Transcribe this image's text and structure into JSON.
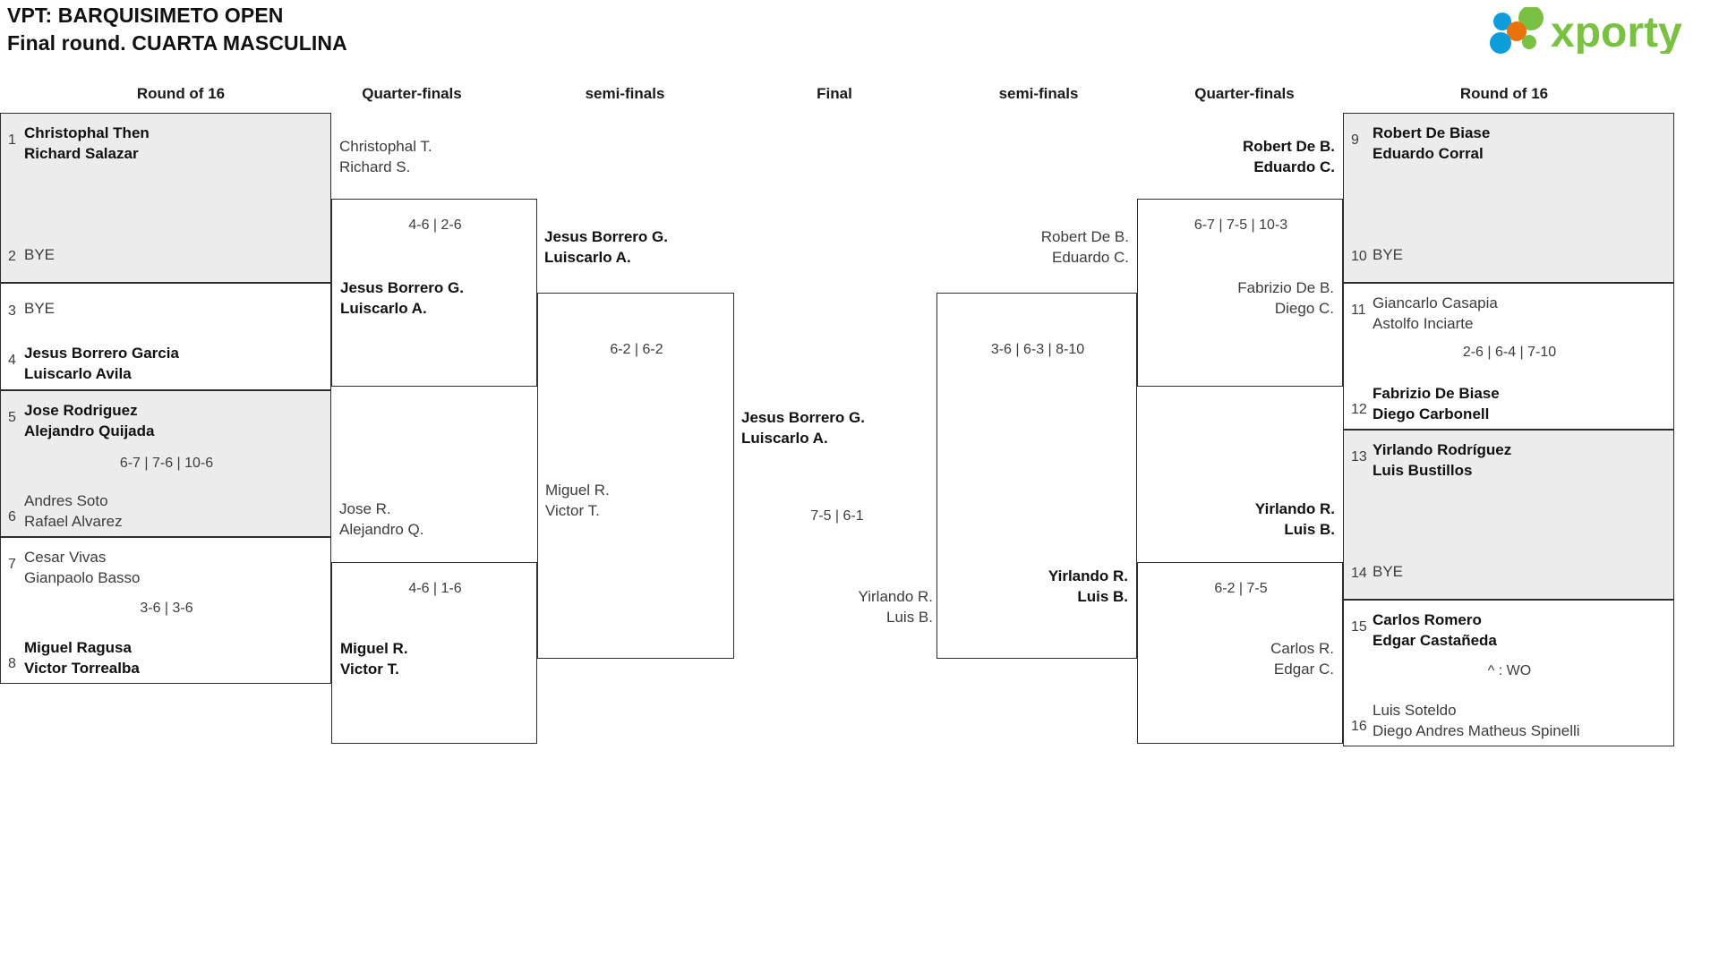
{
  "header": {
    "title_line1": "VPT: BARQUISIMETO OPEN",
    "title_line2": "Final round. CUARTA MASCULINA",
    "logo_text": "xporty",
    "logo_colors": {
      "green": "#7ac143",
      "orange": "#e8730c",
      "blue": "#0d9ddb"
    }
  },
  "round_headers": {
    "left_r16": "Round of 16",
    "left_qf": "Quarter-finals",
    "left_sf": "semi-finals",
    "final": "Final",
    "right_sf": "semi-finals",
    "right_qf": "Quarter-finals",
    "right_r16": "Round of 16"
  },
  "left_r16": [
    {
      "seed": "1",
      "p1": "Christophal Then",
      "p2": "Richard Salazar",
      "winner": true,
      "shaded": true
    },
    {
      "seed": "2",
      "bye": "BYE",
      "winner": false,
      "shaded": true
    },
    {
      "seed": "3",
      "bye": "BYE",
      "winner": false,
      "shaded": false
    },
    {
      "seed": "4",
      "p1": "Jesus Borrero Garcia",
      "p2": "Luiscarlo Avila",
      "winner": true,
      "shaded": false
    },
    {
      "seed": "5",
      "p1": "Jose Rodriguez",
      "p2": "Alejandro Quijada",
      "winner": true,
      "shaded": true
    },
    {
      "seed": "6",
      "p1": "Andres Soto",
      "p2": "Rafael Alvarez",
      "winner": false,
      "shaded": true
    },
    {
      "seed": "7",
      "p1": "Cesar Vivas",
      "p2": "Gianpaolo Basso",
      "winner": false,
      "shaded": false
    },
    {
      "seed": "8",
      "p1": "Miguel Ragusa",
      "p2": "Victor Torrealba",
      "winner": true,
      "shaded": false
    }
  ],
  "left_r16_scores": {
    "m1": "",
    "m2": "",
    "m3": "6-7 | 7-6 | 10-6",
    "m4": "3-6 | 3-6"
  },
  "left_qf": [
    {
      "p1": "Christophal T.",
      "p2": "Richard S.",
      "winner": false
    },
    {
      "p1": "Jesus Borrero G.",
      "p2": "Luiscarlo A.",
      "winner": true
    },
    {
      "p1": "Jose R.",
      "p2": "Alejandro Q.",
      "winner": false
    },
    {
      "p1": "Miguel R.",
      "p2": "Victor T.",
      "winner": true
    }
  ],
  "left_qf_scores": {
    "m1": "4-6 | 2-6",
    "m2": "4-6 | 1-6"
  },
  "left_sf": [
    {
      "p1": "Jesus Borrero G.",
      "p2": "Luiscarlo A.",
      "winner": true
    },
    {
      "p1": "Miguel R.",
      "p2": "Victor T.",
      "winner": false
    }
  ],
  "left_sf_score": "6-2 | 6-2",
  "final": {
    "top": {
      "p1": "Jesus Borrero G.",
      "p2": "Luiscarlo A.",
      "winner": true
    },
    "bottom": {
      "p1": "Yirlando R.",
      "p2": "Luis B.",
      "winner": false
    },
    "score": "7-5 | 6-1"
  },
  "right_sf": [
    {
      "p1": "Robert De B.",
      "p2": "Eduardo C.",
      "winner": false
    },
    {
      "p1": "Yirlando R.",
      "p2": "Luis B.",
      "winner": true
    }
  ],
  "right_sf_score": "3-6 | 6-3 | 8-10",
  "right_qf": [
    {
      "p1": "Robert De B.",
      "p2": "Eduardo C.",
      "winner": true
    },
    {
      "p1": "Fabrizio De B.",
      "p2": "Diego C.",
      "winner": false
    },
    {
      "p1": "Yirlando R.",
      "p2": "Luis B.",
      "winner": true
    },
    {
      "p1": "Carlos R.",
      "p2": "Edgar C.",
      "winner": false
    }
  ],
  "right_qf_scores": {
    "m1": "6-7 | 7-5 | 10-3",
    "m2": "6-2 | 7-5"
  },
  "right_r16": [
    {
      "seed": "9",
      "p1": "Robert De Biase",
      "p2": "Eduardo Corral",
      "winner": true,
      "shaded": true
    },
    {
      "seed": "10",
      "bye": "BYE",
      "winner": false,
      "shaded": true
    },
    {
      "seed": "11",
      "p1": "Giancarlo Casapia",
      "p2": "Astolfo Inciarte",
      "winner": false,
      "shaded": false
    },
    {
      "seed": "12",
      "p1": "Fabrizio De Biase",
      "p2": "Diego Carbonell",
      "winner": true,
      "shaded": false
    },
    {
      "seed": "13",
      "p1": "Yirlando Rodríguez",
      "p2": "Luis Bustillos",
      "winner": true,
      "shaded": true
    },
    {
      "seed": "14",
      "bye": "BYE",
      "winner": false,
      "shaded": true
    },
    {
      "seed": "15",
      "p1": "Carlos Romero",
      "p2": "Edgar Castañeda",
      "winner": true,
      "shaded": false
    },
    {
      "seed": "16",
      "p1": "Luis Soteldo",
      "p2": "Diego Andres Matheus Spinelli",
      "winner": false,
      "shaded": false
    }
  ],
  "right_r16_scores": {
    "m1": "",
    "m2": "2-6 | 6-4 | 7-10",
    "m3": "",
    "m4": "^ : WO"
  }
}
